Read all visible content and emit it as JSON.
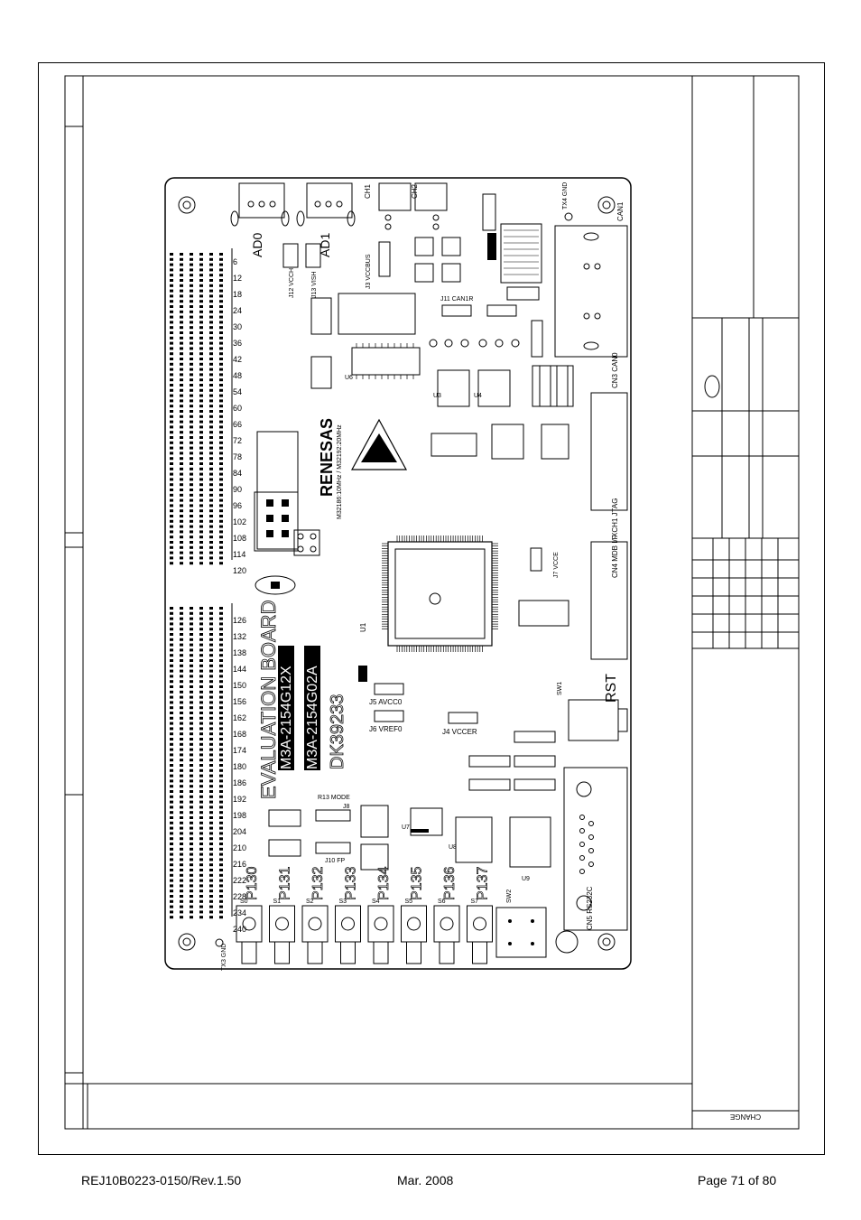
{
  "footer": {
    "doc_id": "REJ10B0223-0150/Rev.1.50",
    "date": "Mar. 2008",
    "page": "Page 71 of 80"
  },
  "drawing": {
    "change_label": "CHANGE",
    "board_title_line1": "EVALUATION BOARD",
    "board_part_a": "M3A-2154G12X",
    "board_part_b": "M3A-2154G02A",
    "board_serial": "DK39233",
    "brand": "RENESAS",
    "connectors": {
      "ad0": "AD0",
      "ad1": "AD1",
      "rst": "RST",
      "xch1_jtag": "XCH1 JTAG",
      "cn4_mdb": "CN4 MDB I/F",
      "cn5_rs232c": "CN5 RS232C",
      "cn3_can0": "CN3 CAN0",
      "can1": "CAN1",
      "ch1": "CH1",
      "ch2": "CH2",
      "sw1": "SW1",
      "sw2": "SW2"
    },
    "jumpers": {
      "j5": "J5 AVCC0",
      "j6": "J6 VREF0",
      "j4": "J4 VCCER",
      "j7": "J7 VCCE",
      "j8": "J8",
      "j9": "J10 FP",
      "j11": "J11 CAN1R",
      "j12": "J12 VCCH",
      "j13": "J13 VISH",
      "j3": "J3 VCCBUS",
      "r13": "R13 MODE"
    },
    "chips": {
      "u1": "U1",
      "u6": "U6",
      "u8": "U8",
      "u9": "U9",
      "u3": "U3",
      "u4": "U4",
      "u7": "U7"
    },
    "crystal": "M32186:10MHz / M32192:20MHz",
    "pin_numbers_top": [
      "6",
      "12",
      "18",
      "24",
      "30",
      "36",
      "42",
      "48",
      "54",
      "60",
      "66",
      "72",
      "78",
      "84",
      "90",
      "96",
      "102",
      "108",
      "114",
      "120"
    ],
    "pin_numbers_bottom": [
      "126",
      "132",
      "138",
      "144",
      "150",
      "156",
      "162",
      "168",
      "174",
      "180",
      "186",
      "192",
      "198",
      "204",
      "210",
      "216",
      "222",
      "228",
      "234",
      "240"
    ],
    "sw_labels": [
      "P130",
      "P131",
      "P132",
      "P133",
      "P134",
      "P135",
      "P136",
      "P137"
    ],
    "sw_sublabels": [
      "S0",
      "S1",
      "S2",
      "S3",
      "S4",
      "S5",
      "S6",
      "S7"
    ],
    "tx_labels": [
      "TX3 GND",
      "TX4 GND"
    ]
  }
}
